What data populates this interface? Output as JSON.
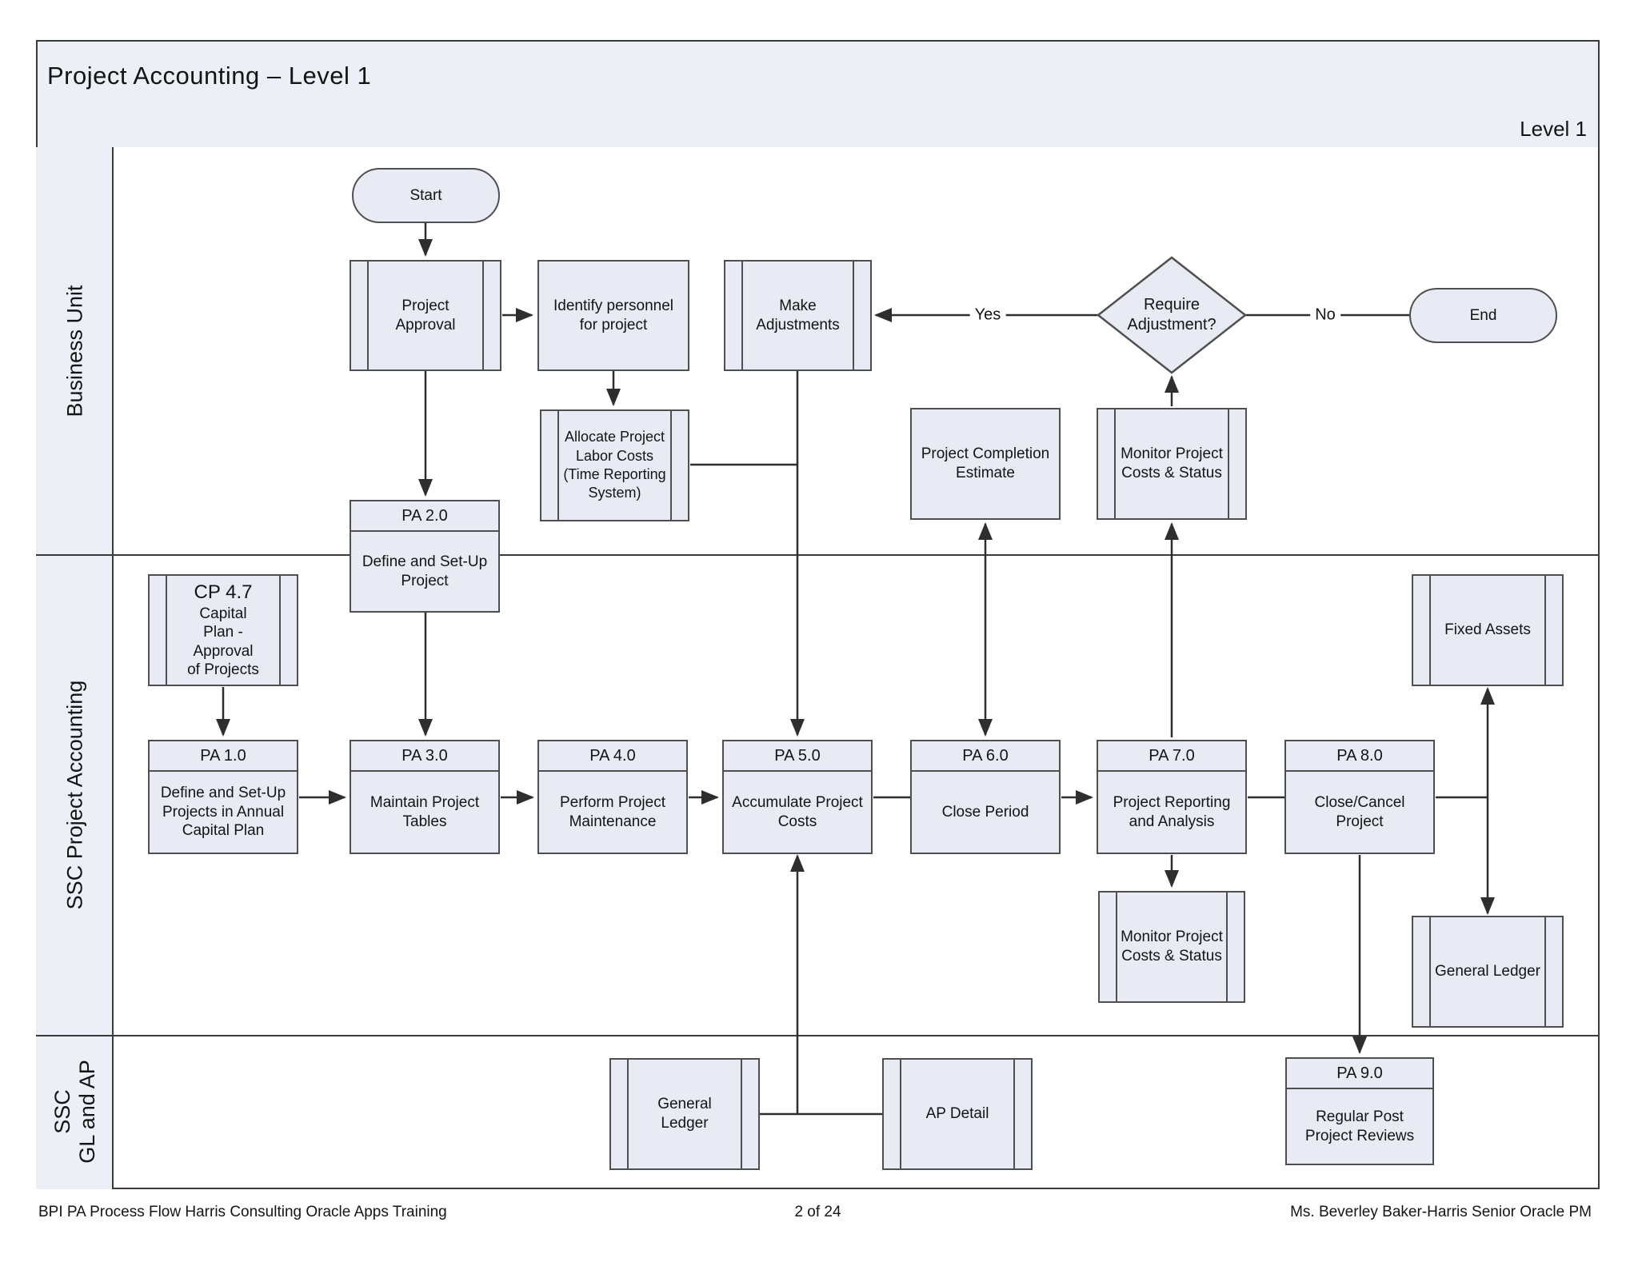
{
  "page": {
    "title": "Project Accounting – Level 1",
    "level_label": "Level 1",
    "footer": {
      "left": "BPI PA Process Flow Harris Consulting Oracle Apps Training",
      "center": "2 of 24",
      "right": "Ms. Beverley Baker-Harris Senior Oracle PM"
    }
  },
  "lanes": {
    "business_unit": {
      "label": "Business Unit"
    },
    "ssc_project_accounting": {
      "label": "SSC Project Accounting"
    },
    "ssc_gl_ap": {
      "line1": "SSC",
      "line2": "GL and AP"
    }
  },
  "nodes": {
    "start": {
      "label": "Start"
    },
    "project_approval": {
      "label": "Project Approval"
    },
    "identify_personnel": {
      "label": "Identify personnel for project"
    },
    "make_adjustments": {
      "label": "Make Adjustments"
    },
    "require_adjustment": {
      "label": "Require Adjustment?"
    },
    "end": {
      "label": "End"
    },
    "allocate_labor": {
      "label": "Allocate Project Labor Costs (Time Reporting System)"
    },
    "completion_estimate": {
      "label": "Project Completion Estimate"
    },
    "monitor_costs_bu": {
      "label": "Monitor Project Costs & Status"
    },
    "pa2": {
      "code": "PA 2.0",
      "label": "Define and Set-Up Project"
    },
    "cp47": {
      "code": "CP 4.7",
      "label": "Capital Plan - Approval of Projects"
    },
    "pa1": {
      "code": "PA 1.0",
      "label": "Define and Set-Up Projects in Annual Capital Plan"
    },
    "pa3": {
      "code": "PA 3.0",
      "label": "Maintain Project Tables"
    },
    "pa4": {
      "code": "PA 4.0",
      "label": "Perform Project Maintenance"
    },
    "pa5": {
      "code": "PA 5.0",
      "label": "Accumulate Project Costs"
    },
    "pa6": {
      "code": "PA 6.0",
      "label": "Close Period"
    },
    "pa7": {
      "code": "PA 7.0",
      "label": "Project Reporting and Analysis"
    },
    "pa8": {
      "code": "PA 8.0",
      "label": "Close/Cancel Project"
    },
    "monitor_costs_ssc": {
      "label": "Monitor Project Costs & Status"
    },
    "fixed_assets": {
      "label": "Fixed Assets"
    },
    "general_ledger_right": {
      "label": "General Ledger"
    },
    "general_ledger_bottom": {
      "label": "General Ledger"
    },
    "ap_detail": {
      "label": "AP Detail"
    },
    "pa9": {
      "code": "PA 9.0",
      "label": "Regular Post Project Reviews"
    }
  },
  "edges": {
    "yes_label": "Yes",
    "no_label": "No"
  },
  "colors": {
    "band_fill": "#edeff7",
    "node_fill": "#e9ebf4",
    "border": "#4f4f4f",
    "line": "#2e2e2e",
    "frame": "#3a3a3a"
  }
}
